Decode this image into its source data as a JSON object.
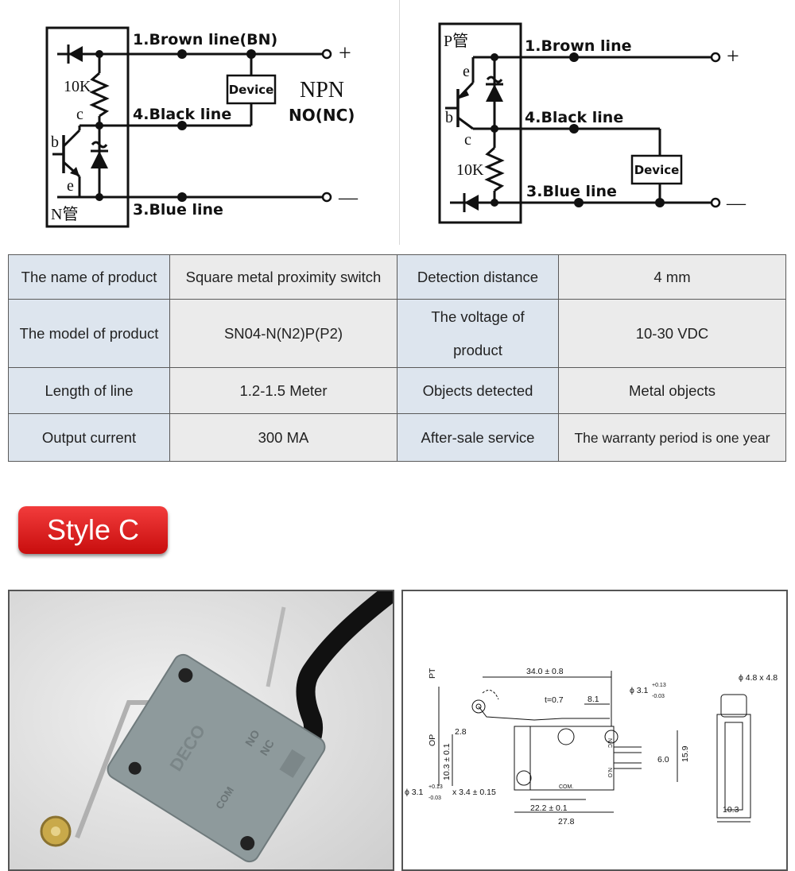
{
  "npn_diagram": {
    "brown_label": "1.Brown line(BN)",
    "black_label": "4.Black line",
    "blue_label": "3.Blue line",
    "device_label": "Device",
    "type_label": "NPN",
    "mode_label": "NO(NC)",
    "resistor_label": "10K",
    "c_label": "c",
    "b_label": "b",
    "e_label": "e",
    "tube_label": "N管",
    "plus": "+",
    "minus": "—"
  },
  "pnp_diagram": {
    "tube_label": "P管",
    "brown_label": "1.Brown line",
    "black_label": "4.Black line",
    "blue_label": "3.Blue line",
    "device_label": "Device",
    "resistor_label": "10K",
    "c_label": "c",
    "b_label": "b",
    "e_label": "e",
    "plus": "+",
    "minus": "—"
  },
  "spec_table": {
    "rows": [
      {
        "k1": "The name of product",
        "v1": "Square metal proximity switch",
        "k2": "Detection distance",
        "v2": "4 mm"
      },
      {
        "k1": "The model of product",
        "v1": "SN04-N(N2)P(P2)",
        "k2": "The voltage of product",
        "v2": "10-30 VDC"
      },
      {
        "k1": "Length of line",
        "v1": "1.2-1.5 Meter",
        "k2": "Objects detected",
        "v2": "Metal objects"
      },
      {
        "k1": "Output current",
        "v1": "300 MA",
        "k2": "After-sale service",
        "v2": "The warranty period is one year"
      }
    ]
  },
  "style_badge": "Style C",
  "photo": {
    "no_text": "NO",
    "nc_text": "NC",
    "com_text": "COM",
    "brand_text": "DECO"
  },
  "drawing": {
    "pt": "PT",
    "op": "OP",
    "dim_width": "34.0 ± 0.8",
    "dim_t": "t=0.7",
    "dim_81": "8.1",
    "dim_hole": "ϕ 3.1",
    "tol_hole_plus": "+0.13",
    "tol_hole_minus": "-0.03",
    "dim_28": "2.8",
    "dim_103": "10.3 ± 0.1",
    "dim_60": "6.0",
    "dim_159": "15.9",
    "dim_hole2": "ϕ 3.1",
    "tol_hole2_plus": "+0.13",
    "tol_hole2_minus": "-0.03",
    "dim_slot": "x 3.4 ± 0.15",
    "dim_222": "22.2 ± 0.1",
    "dim_278": "27.8",
    "dim_roller": "ϕ 4.8 x 4.8",
    "dim_side": "10.3",
    "nc": "N.C",
    "no": "N.O",
    "com": "COM."
  },
  "colors": {
    "key_cell": "#dde5ee",
    "value_cell": "#ebebeb",
    "badge_red": "#d81414",
    "switch_gray": "#8e9a9c"
  }
}
